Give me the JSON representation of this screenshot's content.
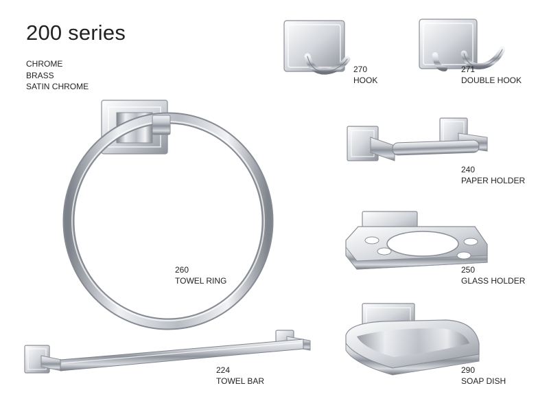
{
  "series_title": "200 series",
  "finishes": [
    "CHROME",
    "BRASS",
    "SATIN CHROME"
  ],
  "products": [
    {
      "id": "hook",
      "number": "270",
      "name": "HOOK"
    },
    {
      "id": "double-hook",
      "number": "271",
      "name": "DOUBLE HOOK"
    },
    {
      "id": "paper-holder",
      "number": "240",
      "name": "PAPER HOLDER"
    },
    {
      "id": "towel-ring",
      "number": "260",
      "name": "TOWEL RING"
    },
    {
      "id": "glass-holder",
      "number": "250",
      "name": "GLASS HOLDER"
    },
    {
      "id": "towel-bar",
      "number": "224",
      "name": "TOWEL BAR"
    },
    {
      "id": "soap-dish",
      "number": "290",
      "name": "SOAP DISH"
    }
  ]
}
